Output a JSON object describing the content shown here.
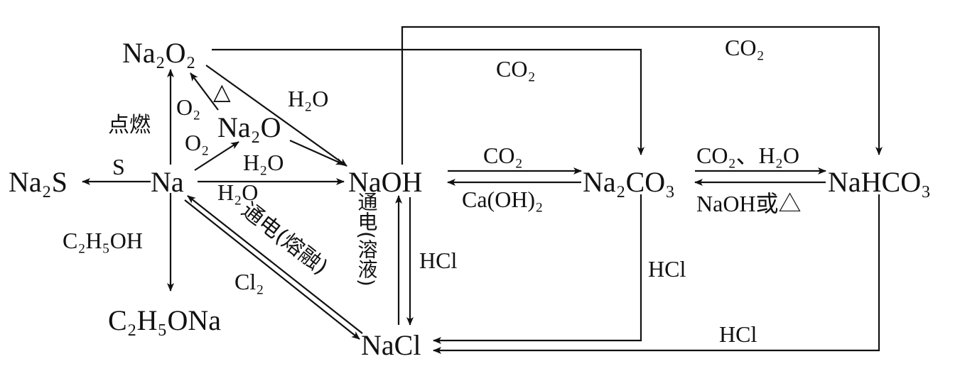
{
  "nodes": {
    "na2o2": "Na₂O₂",
    "na2o": "Na₂O",
    "na2s": "Na₂S",
    "na": "Na",
    "naoh": "NaOH",
    "na2co3": "Na₂CO₃",
    "nahco3": "NaHCO₃",
    "c2h5ona": "C₂H₅ONa",
    "nacl": "NaCl"
  },
  "labels": {
    "co2_top_right": "CO₂",
    "co2_na2o2_na2co3": "CO₂",
    "h2o_na2o2_naoh": "H₂O",
    "o2_delta": "O₂",
    "delta": "△",
    "dianran": "点燃",
    "o2_na_na2o": "O₂",
    "h2o_na2o_naoh": "H₂O",
    "h2o_na_naoh": "H₂O",
    "s": "S",
    "c2h5oh": "C₂H₅OH",
    "tongdian_rongrong": "通电(熔融)",
    "cl2": "Cl₂",
    "tongdian_rongye": "通电(溶液)",
    "hcl_naoh": "HCl",
    "co2_naoh_na2co3": "CO₂",
    "caoh2": "Ca(OH)₂",
    "co2_h2o": "CO₂、H₂O",
    "naoh_or_delta": "NaOH或△",
    "hcl_na2co3": "HCl",
    "hcl_nahco3": "HCl"
  }
}
